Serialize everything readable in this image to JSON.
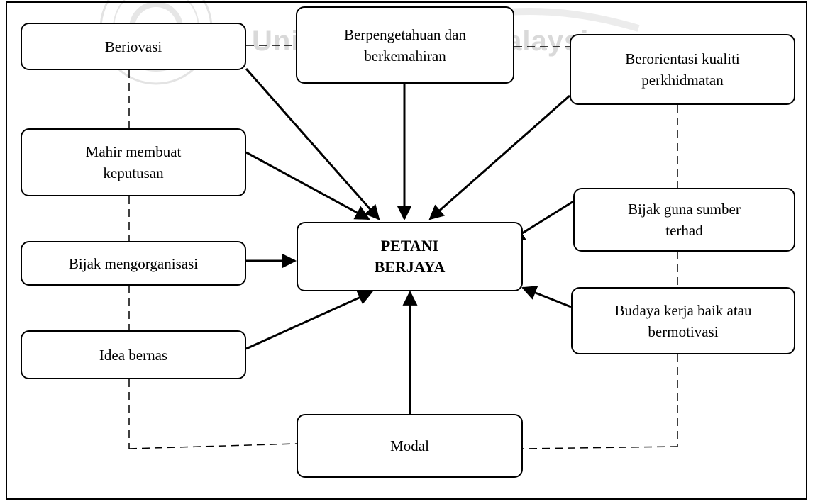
{
  "watermark": {
    "text": "Universiti Utara Malaysia"
  },
  "diagram": {
    "center": "PETANI\nBERJAYA",
    "nodes": {
      "beriovasi": "Beriovasi",
      "berpengetahuan": "Berpengetahuan dan\nberkemahiran",
      "berorientasi": "Berorientasi kualiti\nperkhidmatan",
      "mahir": "Mahir membuat\nkeputusan",
      "bijak_sumber": "Bijak guna sumber\nterhad",
      "bijak_org": "Bijak mengorganisasi",
      "budaya": "Budaya kerja baik atau\nbermotivasi",
      "idea": "Idea bernas",
      "modal": "Modal"
    }
  },
  "colors": {
    "line": "#000000",
    "watermark": "#d9d9d9"
  }
}
